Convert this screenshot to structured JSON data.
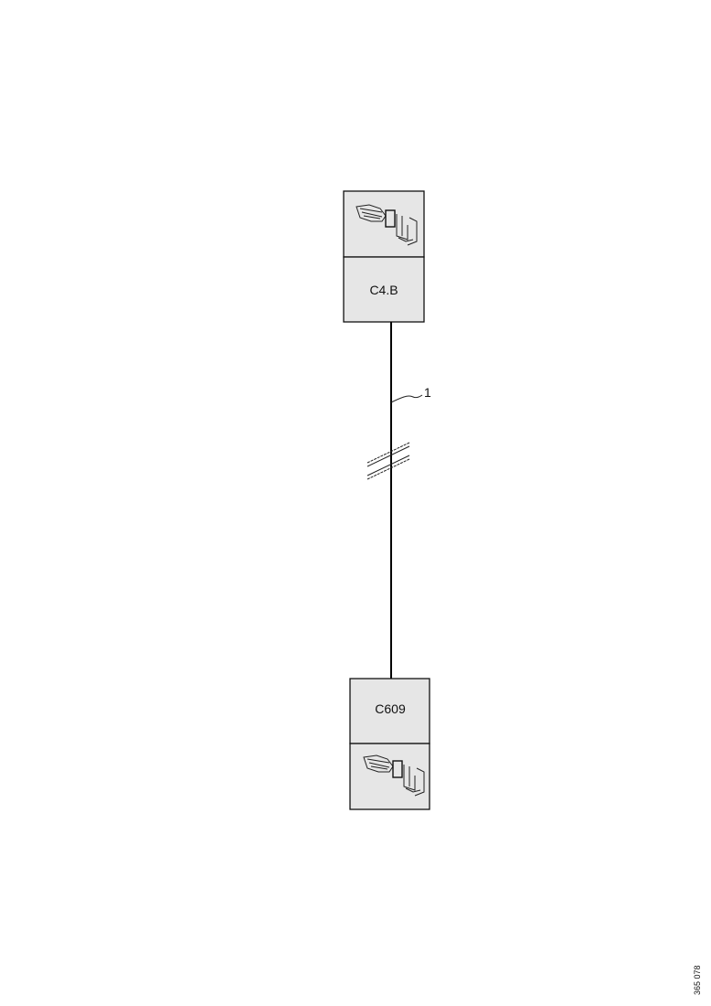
{
  "connectors": [
    {
      "id": "top",
      "label": "C4.B",
      "icon": "terminal-crimp-icon"
    },
    {
      "id": "bottom",
      "label": "C609",
      "icon": "terminal-crimp-icon"
    }
  ],
  "wire": {
    "callout_label": "1",
    "break_symbol": "harness-break-icon"
  },
  "figure_ref": "365 078"
}
